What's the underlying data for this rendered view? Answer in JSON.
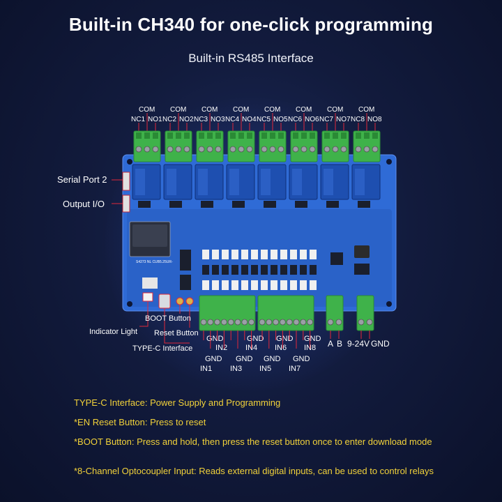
{
  "title": "Built-in CH340 for one-click programming",
  "subtitle": "Built-in RS485 Interface",
  "relays": [
    {
      "com": "COM",
      "nc": "NC1",
      "no": "NO1"
    },
    {
      "com": "COM",
      "nc": "NC2",
      "no": "NO2"
    },
    {
      "com": "COM",
      "nc": "NC3",
      "no": "NO3"
    },
    {
      "com": "COM",
      "nc": "NC4",
      "no": "NO4"
    },
    {
      "com": "COM",
      "nc": "NC5",
      "no": "NO5"
    },
    {
      "com": "COM",
      "nc": "NC6",
      "no": "NO6"
    },
    {
      "com": "COM",
      "nc": "NC7",
      "no": "NO7"
    },
    {
      "com": "COM",
      "nc": "NC8",
      "no": "NO8"
    }
  ],
  "side_labels": {
    "serial_port": "Serial Port 2",
    "output_io": "Output I/O"
  },
  "component_labels": {
    "indicator": "Indicator Light",
    "boot": "BOOT Button",
    "reset": "Reset Button",
    "typec": "TYPE-C Interface"
  },
  "inputs_top": [
    "GND",
    "IN2",
    "GND",
    "IN4",
    "GND",
    "IN6",
    "GND",
    "IN8"
  ],
  "inputs_bottom": [
    "GND",
    "IN1",
    "GND",
    "IN3",
    "GND",
    "IN5",
    "GND",
    "IN7"
  ],
  "rs485": {
    "a": "A",
    "b": "B"
  },
  "power": {
    "v": "9-24V",
    "gnd": "GND"
  },
  "descriptions": [
    "TYPE-C Interface: Power Supply and Programming",
    "*EN Reset Button: Press to reset",
    "*BOOT Button: Press and hold, then press the reset button once to enter download mode",
    "*8-Channel Optocoupler Input: Reads external digital inputs, can be used to control relays"
  ],
  "colors": {
    "board": "#2f6bd6",
    "terminal": "#3fb24a",
    "relay": "#1e4fb0",
    "label_line": "#e0283a",
    "desc_text": "#f2d23a"
  }
}
